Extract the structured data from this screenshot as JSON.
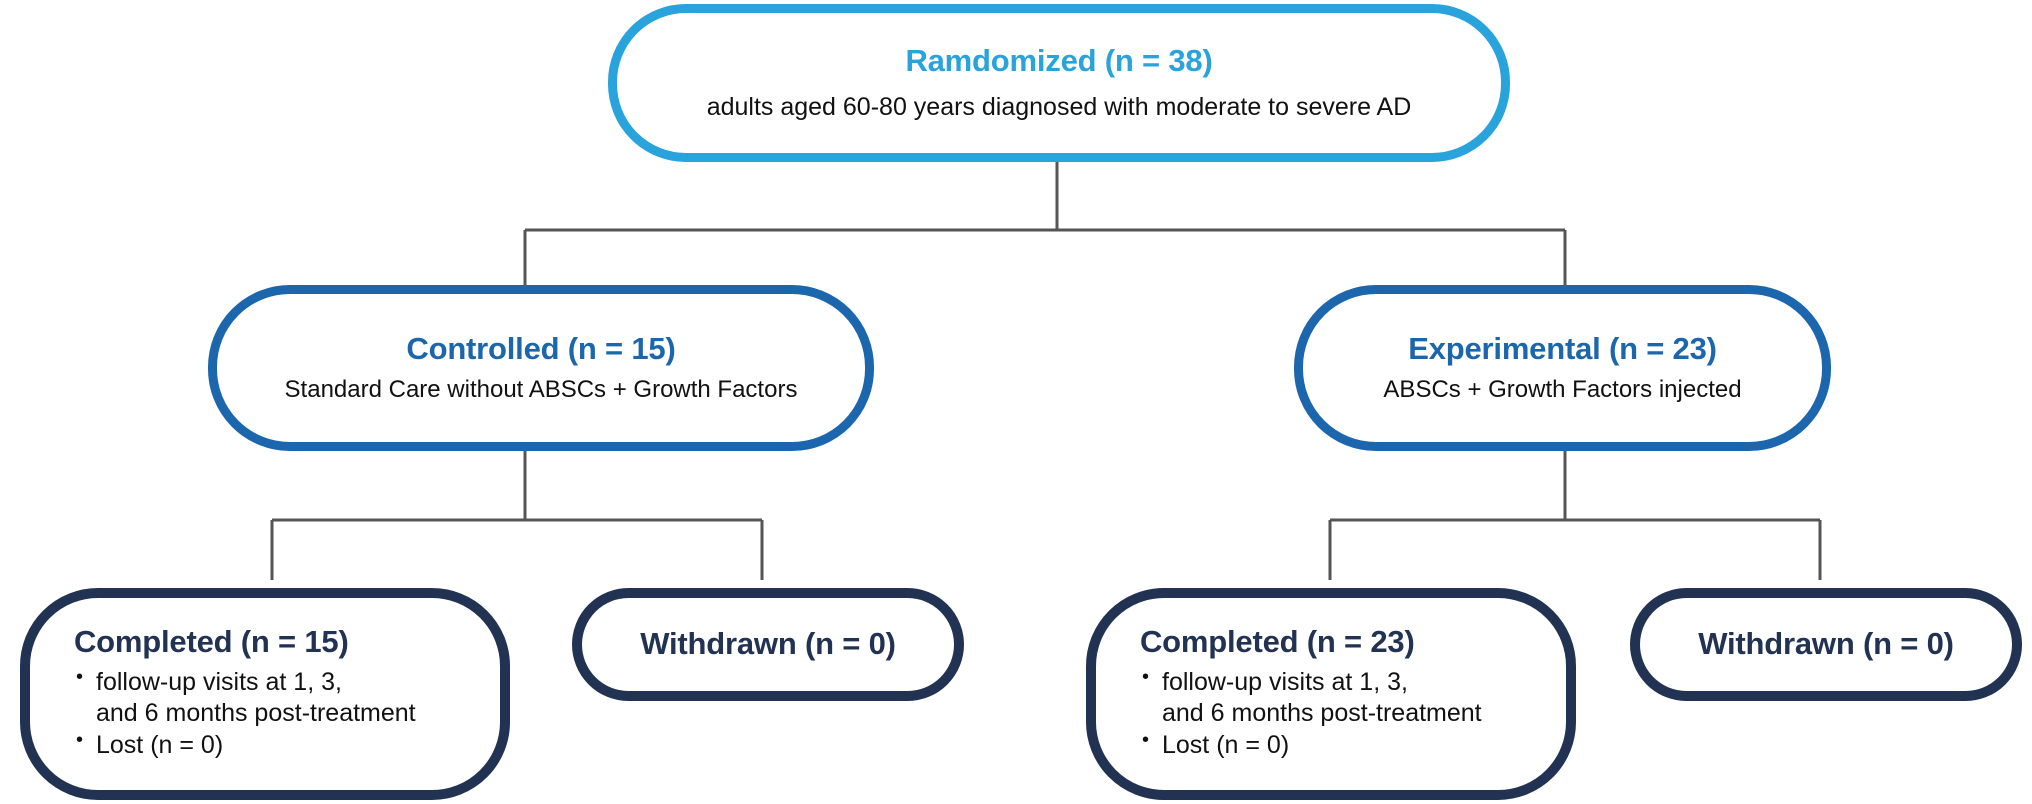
{
  "diagram": {
    "type": "consort-flow-chart",
    "colors": {
      "root_border": "#29a3db",
      "root_title": "#29a3db",
      "arm_border": "#1b66ac",
      "arm_title": "#1b66ac",
      "outcome_border": "#223252",
      "outcome_title": "#223252",
      "connector": "#555555",
      "body_text": "#111111",
      "background": "#ffffff"
    },
    "root": {
      "title": "Ramdomized (n = 38)",
      "subtitle": "adults aged 60-80 years diagnosed with moderate to severe AD"
    },
    "arms": [
      {
        "title": "Controlled (n = 15)",
        "subtitle": "Standard Care without ABSCs + Growth Factors"
      },
      {
        "title": "Experimental (n = 23)",
        "subtitle": "ABSCs + Growth Factors injected"
      }
    ],
    "outcomes": [
      {
        "title": "Completed (n = 15)",
        "bullets": [
          "follow-up visits at 1, 3,\nand 6 months post-treatment",
          "Lost (n = 0)"
        ]
      },
      {
        "title": "Withdrawn (n = 0)",
        "bullets": []
      },
      {
        "title": "Completed (n = 23)",
        "bullets": [
          "follow-up visits at 1, 3,\nand 6 months post-treatment",
          "Lost (n = 0)"
        ]
      },
      {
        "title": "Withdrawn (n = 0)",
        "bullets": []
      }
    ]
  }
}
